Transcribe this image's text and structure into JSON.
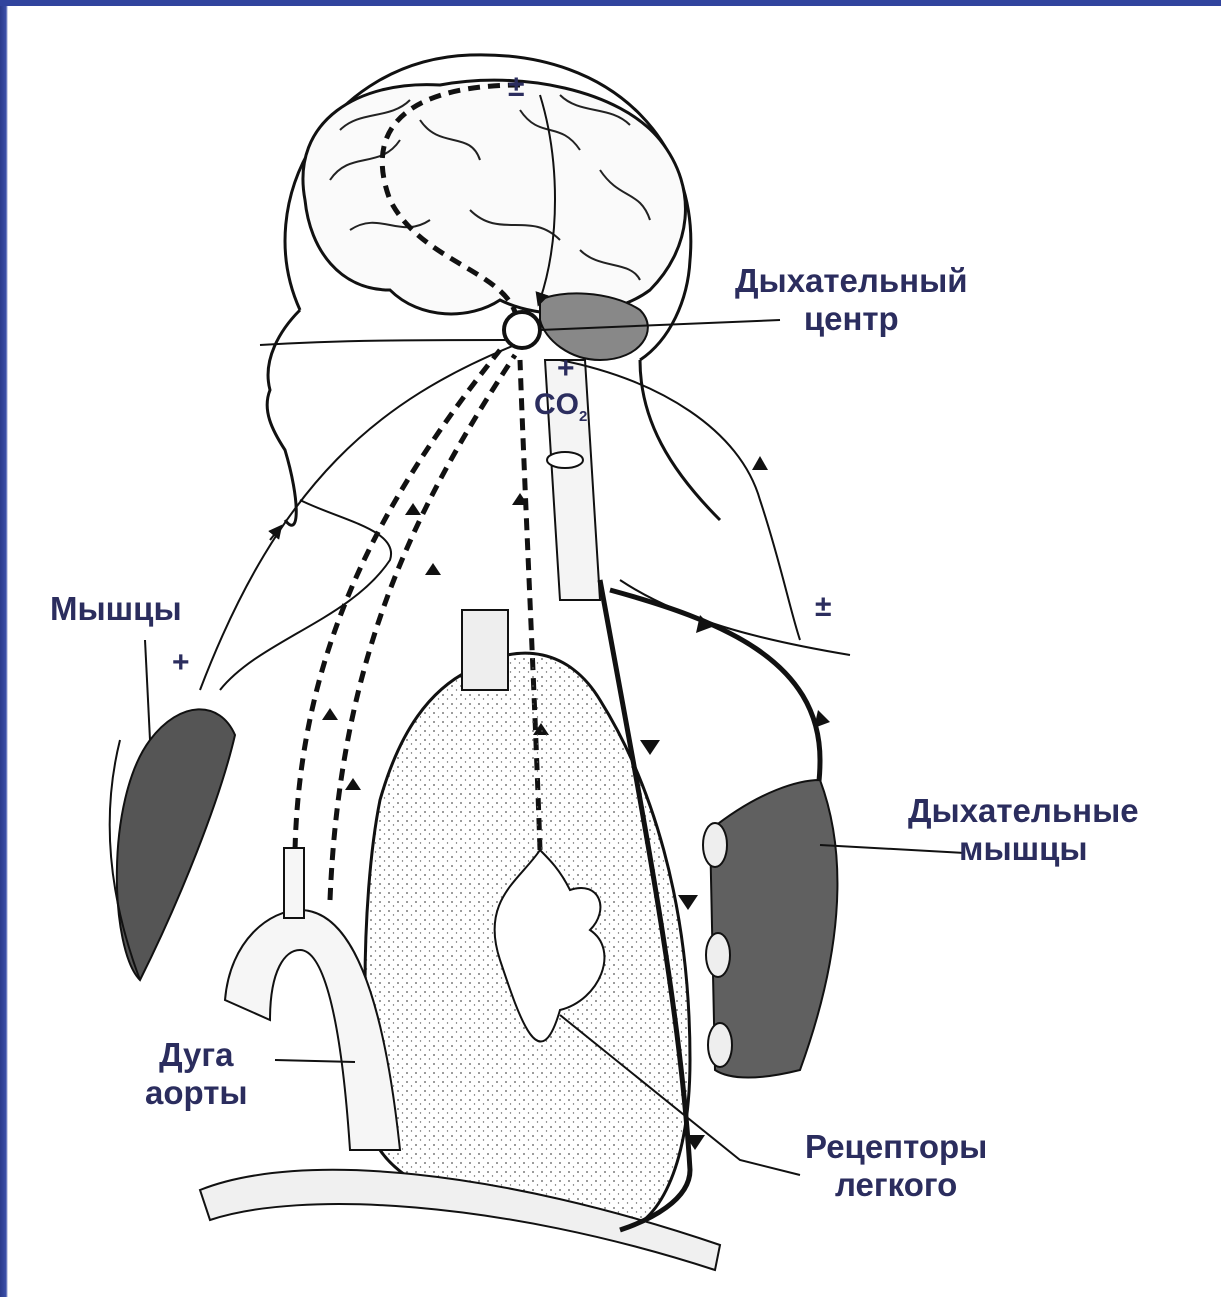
{
  "labels": {
    "resp_center_line1": "Дыхательный",
    "resp_center_line2": "центр",
    "muscles": "Мышцы",
    "resp_muscles_line1": "Дыхательные",
    "resp_muscles_line2": "мышцы",
    "aortic_arch_line1": "Дуга",
    "aortic_arch_line2": "аорты",
    "lung_receptors_line1": "Рецепторы",
    "lung_receptors_line2": "легкого"
  },
  "signs": {
    "brain": "±",
    "resp_center": "+",
    "muscles": "+",
    "diaphragm": "±"
  },
  "co2": {
    "base": "CO",
    "sub": "2"
  },
  "colors": {
    "label": "#2b2d5e",
    "line": "#111111",
    "slide_edge": "#31449e"
  }
}
